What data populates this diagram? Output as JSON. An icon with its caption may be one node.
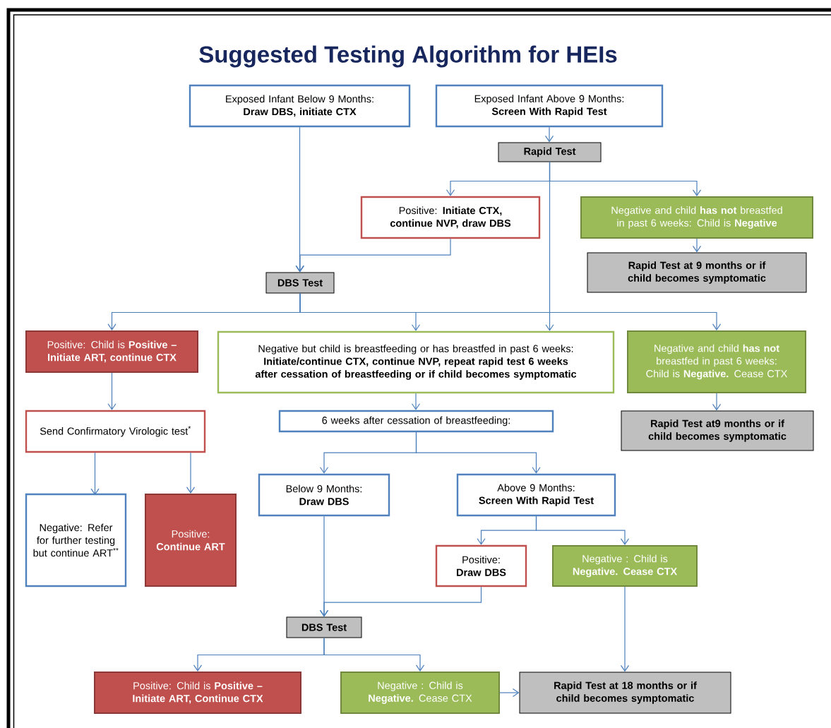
{
  "diagram": {
    "title": "Suggested Testing Algorithm for HEIs",
    "nodes": [
      {
        "text": [
          "Exposed Infant Below 9 Months:",
          "Draw DBS, initiate CTX"
        ]
      },
      {
        "text": [
          "Exposed Infant Above 9 Months:",
          "Screen With Rapid Test"
        ]
      },
      {
        "text": [
          "Rapid Test"
        ]
      },
      {
        "text": [
          "Positive: **Initiate CTX, continue NVP, draw DBS**"
        ]
      },
      {
        "text": [
          "Negative and child **has not** breastfed in past 6 weeks: Child is **Negative**"
        ]
      },
      {
        "text": [
          "Rapid Test at 9 months or if child becomes symptomatic"
        ]
      },
      {
        "text": [
          "DBS Test"
        ]
      },
      {
        "text": [
          "Positive: Child is **Positive – Initiate ART, continue CTX**"
        ]
      },
      {
        "text": [
          "Negative but child is breastfeeding or has breastfed in past 6 weeks:",
          "Initiate/continue CTX, continue NVP, repeat rapid test 6 weeks after cessation of breastfeeding or if child becomes symptomatic"
        ]
      },
      {
        "text": [
          "Negative and child **has not** breastfed in past 6 weeks: Child is **Negative.** Cease CTX"
        ]
      },
      {
        "text": [
          "Send Confirmatory Virologic test$^{*}$"
        ]
      },
      {
        "text": [
          "6 weeks after cessation of breastfeeding:"
        ]
      },
      {
        "text": [
          "Rapid Test at9 months or if child becomes symptomatic"
        ]
      },
      {
        "text": [
          "Negative: Refer for further testing but continue ART$^{**}$"
        ]
      },
      {
        "text": [
          "Positive:",
          "Continue ART"
        ]
      },
      {
        "text": [
          "Below 9 Months:",
          "Draw DBS"
        ]
      },
      {
        "text": [
          "Above 9 Months:",
          "Screen With Rapid Test"
        ]
      },
      {
        "text": [
          "Positive:",
          "Draw DBS"
        ]
      },
      {
        "text": [
          "Negative : Child is **Negative. Cease CTX**"
        ]
      },
      {
        "text": [
          "DBS Test"
        ]
      },
      {
        "text": [
          "Positive: Child is **Positive – Initiate ART, Continue CTX**"
        ]
      },
      {
        "text": [
          "Negative : Child is **Negative.** Cease CTX"
        ]
      },
      {
        "text": [
          "Rapid Test at 18 months or if child becomes symptomatic"
        ]
      }
    ],
    "edges": [
      {
        "from": 0,
        "to": 6,
        "arrow": "to"
      },
      {
        "from": 1,
        "to": 2,
        "arrow": "to"
      },
      {
        "from": 2,
        "to": 3,
        "arrow": "to"
      },
      {
        "from": 2,
        "to": 4,
        "arrow": "to"
      },
      {
        "from": 2,
        "to": 8,
        "arrow": "to"
      },
      {
        "from": 3,
        "to": 6,
        "arrow": "to"
      },
      {
        "from": 4,
        "to": 5,
        "arrow": "to"
      },
      {
        "from": 6,
        "to": 7,
        "arrow": "to"
      },
      {
        "from": 6,
        "to": 8,
        "arrow": "to"
      },
      {
        "from": 6,
        "to": 9,
        "arrow": "to"
      },
      {
        "from": 7,
        "to": 10,
        "arrow": "to"
      },
      {
        "from": 8,
        "to": 11,
        "arrow": "to"
      },
      {
        "from": 9,
        "to": 12,
        "arrow": "to"
      },
      {
        "from": 10,
        "to": 13,
        "arrow": "to"
      },
      {
        "from": 10,
        "to": 14,
        "arrow": "to"
      },
      {
        "from": 11,
        "to": 15,
        "arrow": "to"
      },
      {
        "from": 11,
        "to": 16,
        "arrow": "to"
      },
      {
        "from": 15,
        "to": 19,
        "arrow": "to"
      },
      {
        "from": 17,
        "to": 19,
        "arrow": "to"
      },
      {
        "from": 16,
        "to": 17,
        "arrow": "to"
      },
      {
        "from": 16,
        "to": 18,
        "arrow": "to"
      },
      {
        "from": 18,
        "to": 22,
        "arrow": "to"
      },
      {
        "from": 19,
        "to": 20,
        "arrow": "to"
      },
      {
        "from": 19,
        "to": 21,
        "arrow": "to"
      },
      {
        "from": 21,
        "to": 22,
        "arrow": "to"
      }
    ]
  }
}
